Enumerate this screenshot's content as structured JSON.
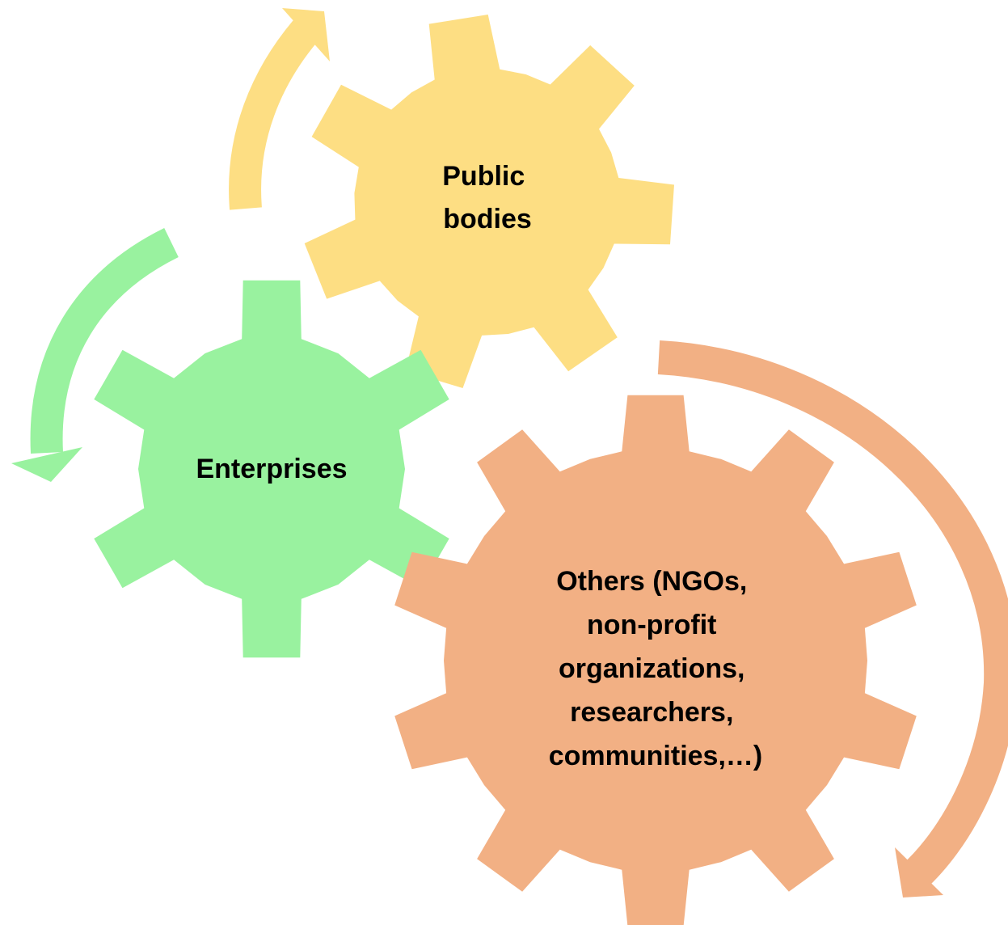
{
  "colors": {
    "public_bodies": "#FDDE83",
    "enterprises": "#99F29F",
    "others": "#F2B084",
    "text": "#000000",
    "background": "#FFFFFF"
  },
  "gears": [
    {
      "id": "public-bodies",
      "lines": [
        "Public",
        "bodies"
      ]
    },
    {
      "id": "enterprises",
      "lines": [
        "Enterprises"
      ]
    },
    {
      "id": "others",
      "lines": [
        "Others (NGOs,",
        "non-profit",
        "organizations,",
        "researchers,",
        "communities,…)"
      ]
    }
  ]
}
